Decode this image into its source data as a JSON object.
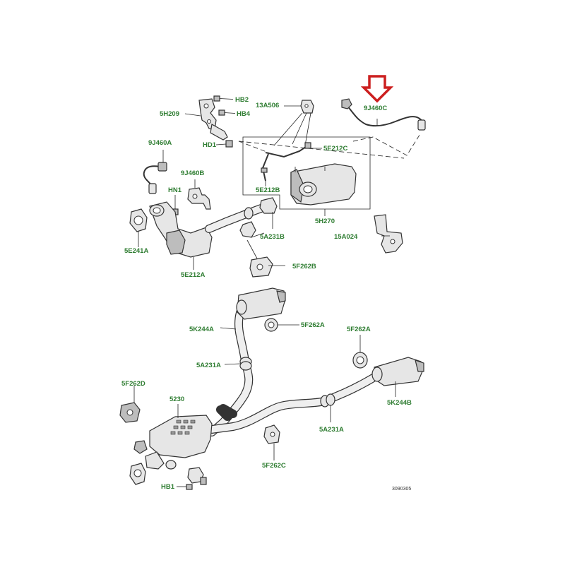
{
  "figure_code": "3090305",
  "highlight_color": "#cc1f1f",
  "label_color": "#2f7d32",
  "labels": {
    "hb2": "HB2",
    "h209": "5H209",
    "hb4": "HB4",
    "a506": "13A506",
    "j460c": "9J460C",
    "j460a": "9J460A",
    "hd1": "HD1",
    "e212c": "5E212C",
    "j460b": "9J460B",
    "hn1": "HN1",
    "e212b": "5E212B",
    "e241a": "5E241A",
    "a231b": "5A231B",
    "h270": "5H270",
    "a024": "15A024",
    "e212a": "5E212A",
    "f262b": "5F262B",
    "k244a": "5K244A",
    "f262a_l": "5F262A",
    "f262a_r": "5F262A",
    "a231a_l": "5A231A",
    "f262d": "5F262D",
    "p5230": "5230",
    "k244b": "5K244B",
    "a231a_r": "5A231A",
    "f262c": "5F262C",
    "hb1": "HB1"
  },
  "highlight": {
    "target": "9J460C",
    "icon": "down-arrow-icon"
  }
}
